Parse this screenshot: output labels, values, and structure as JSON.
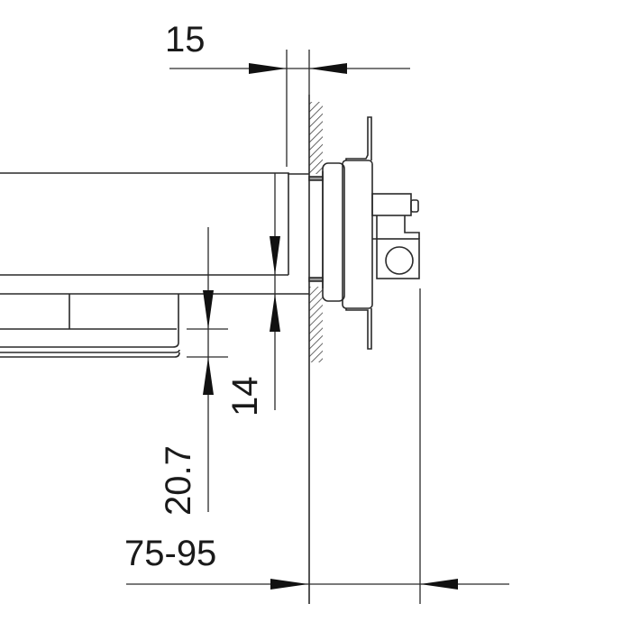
{
  "dimensions": {
    "wall_offset": "15",
    "plate_gap": "14",
    "plate_height": "20.7",
    "wall_depth_range": "75-95"
  },
  "colors": {
    "line": "#2a2a2a",
    "text": "#1a1a1a"
  }
}
